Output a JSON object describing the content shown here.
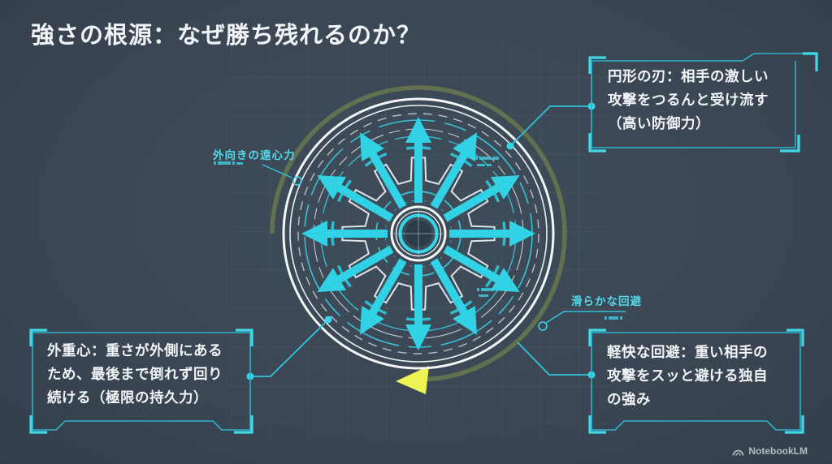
{
  "title": "強さの根源：なぜ勝ち残れるのか？",
  "diagram": {
    "labels": {
      "centrifugal": "外向きの遠心力",
      "smooth_evasion": "滑らかな回避"
    },
    "rotation_direction": "clockwise",
    "arrow_count": 12
  },
  "callouts": {
    "top_right": {
      "text": "円形の刃：相手の激しい攻撃をつるんと受け流す（高い防御力）",
      "lines": [
        "円形の刃：相手の激しい",
        "攻撃をつるんと受け流す",
        "（高い防御力）"
      ]
    },
    "bottom_left": {
      "text": "外重心：重さが外側にあるため、最後まで倒れず回り続ける（極限の持久力）",
      "lines": [
        "外重心：重さが外側にある",
        "ため、最後まで倒れず回り",
        "続ける（極限の持久力）"
      ]
    },
    "bottom_right": {
      "text": "軽快な回避：重い相手の攻撃をスッと避ける独自の強み",
      "lines": [
        "軽快な回避：重い相手の",
        "攻撃をスッと避ける独自",
        "の強み"
      ]
    }
  },
  "footer": {
    "brand": "NotebookLM"
  },
  "colors": {
    "background": "#3b4754",
    "cyan_accent": "#35d4e6",
    "yellow_accent": "#e9f153",
    "text": "#f0f4f6",
    "border_cyan": "#2cb3cc"
  }
}
